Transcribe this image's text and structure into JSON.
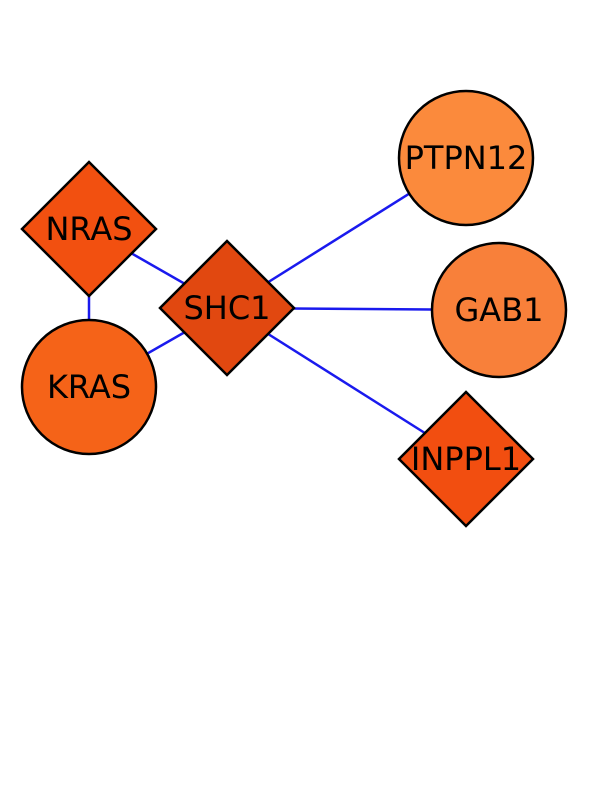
{
  "network": {
    "edge_color": "#1a1aee",
    "nodes": [
      {
        "id": "NRAS",
        "label": "NRAS",
        "shape": "diamond",
        "color": "#f25010"
      },
      {
        "id": "KRAS",
        "label": "KRAS",
        "shape": "circle",
        "color": "#f56318"
      },
      {
        "id": "SHC1",
        "label": "SHC1",
        "shape": "diamond",
        "color": "#e14810"
      },
      {
        "id": "PTPN12",
        "label": "PTPN12",
        "shape": "circle",
        "color": "#fb8a3c"
      },
      {
        "id": "GAB1",
        "label": "GAB1",
        "shape": "circle",
        "color": "#f8803a"
      },
      {
        "id": "INPPL1",
        "label": "INPPL1",
        "shape": "diamond",
        "color": "#f24e10"
      }
    ],
    "edges": [
      {
        "source": "NRAS",
        "target": "KRAS"
      },
      {
        "source": "NRAS",
        "target": "SHC1"
      },
      {
        "source": "KRAS",
        "target": "SHC1"
      },
      {
        "source": "SHC1",
        "target": "PTPN12"
      },
      {
        "source": "SHC1",
        "target": "GAB1"
      },
      {
        "source": "SHC1",
        "target": "INPPL1"
      }
    ]
  }
}
